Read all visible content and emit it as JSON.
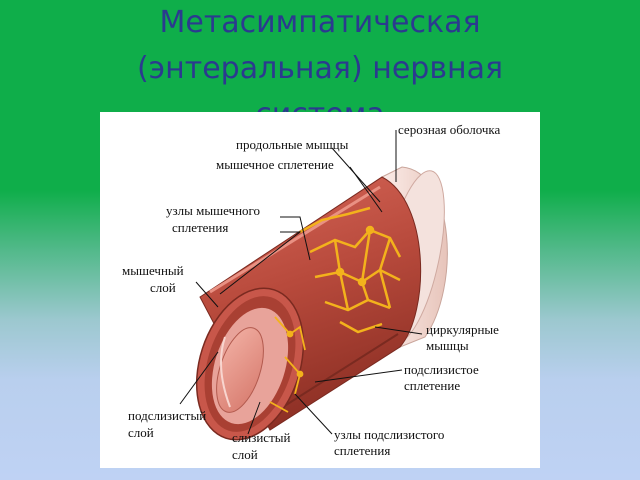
{
  "slide": {
    "title_line1": "Метасимпатическая",
    "title_line2": "(энтеральная) нервная",
    "title_line3": "система"
  },
  "diagram": {
    "labels": {
      "serosa": "серозная оболочка",
      "longitudinal": "продольные мышцы",
      "myenteric_plexus": "мышечное сплетение",
      "myenteric_nodes_1": "узлы мышечного",
      "myenteric_nodes_2": "сплетения",
      "muscle_layer_1": "мышечный",
      "muscle_layer_2": "слой",
      "circular_1": "циркулярные",
      "circular_2": "мышцы",
      "submucous_plexus_1": "подслизистое",
      "submucous_plexus_2": "сплетение",
      "submucosa_1": "подслизистый",
      "submucosa_2": "слой",
      "mucosa_1": "слизистый",
      "mucosa_2": "слой",
      "submucous_nodes_1": "узлы подслизистого",
      "submucous_nodes_2": "сплетения"
    }
  },
  "colors": {
    "background_top": "#0fae4a",
    "background_bottom": "#bfd2f4",
    "title": "#2b3a8f",
    "muscle": "#b84a3c",
    "serosa": "#f1d9d2",
    "plexus": "#f3b21c",
    "mucosa": "#e58a82"
  }
}
